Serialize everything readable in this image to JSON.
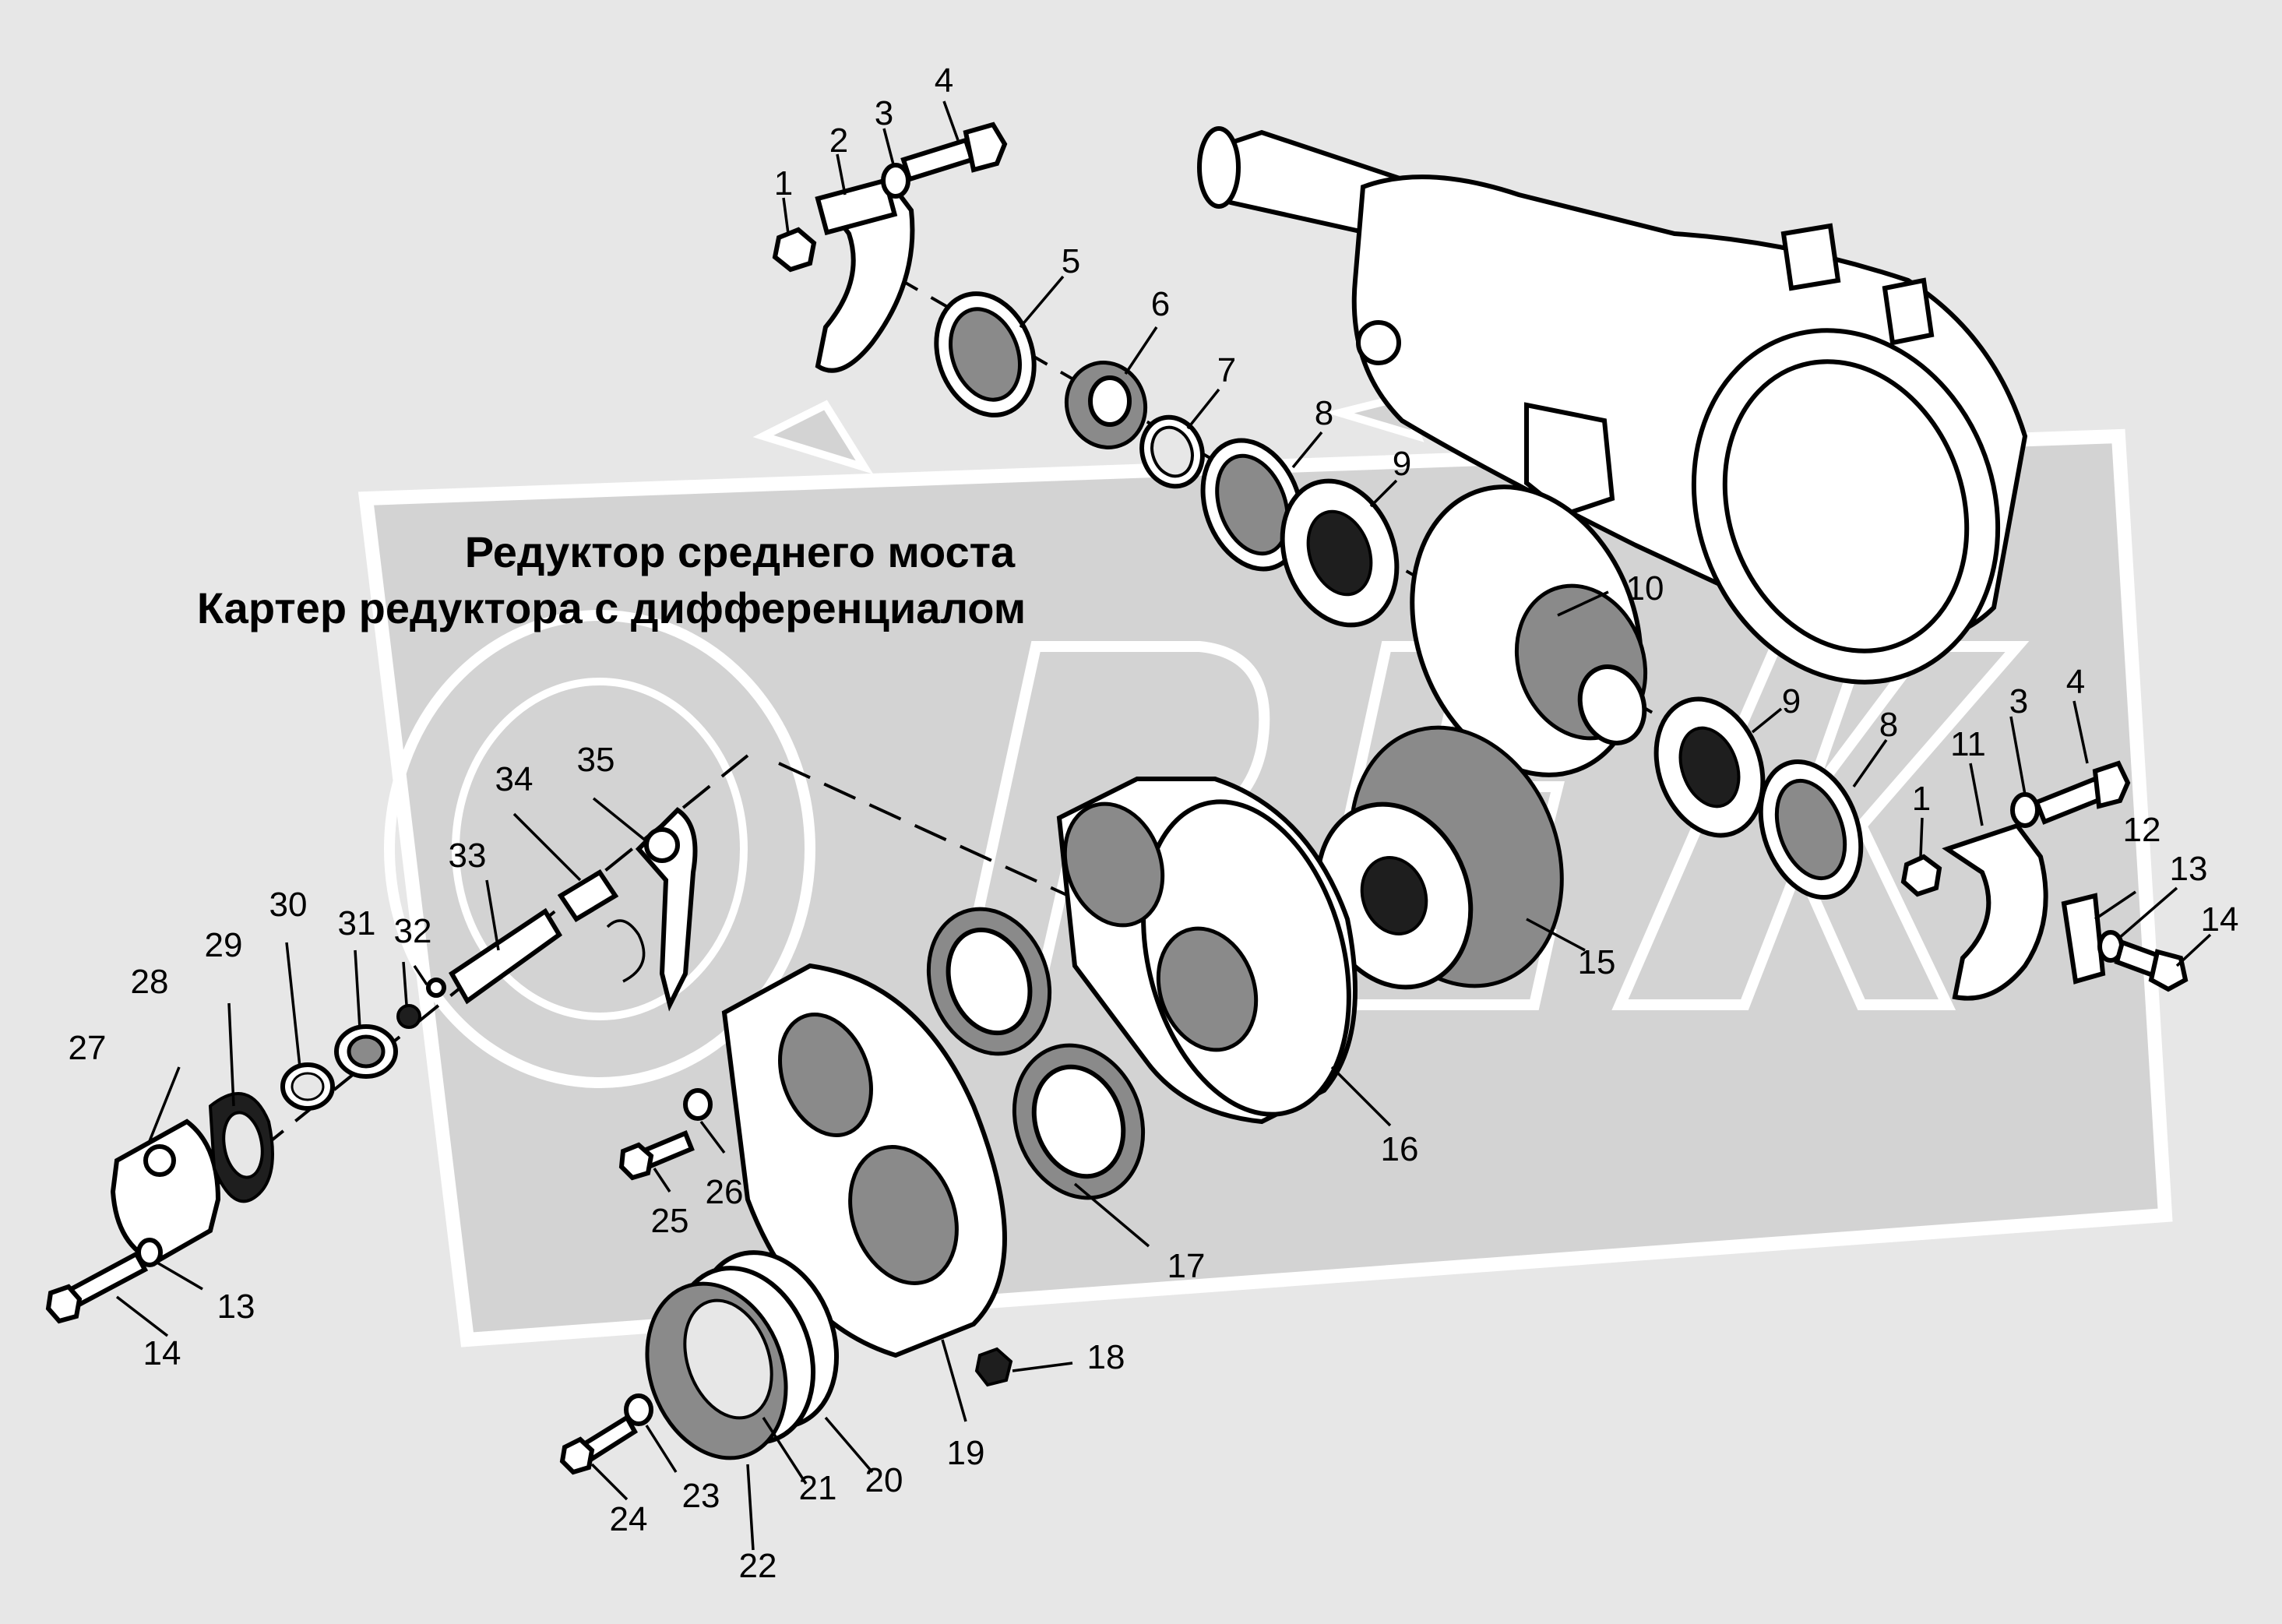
{
  "title": {
    "line1": "Редуктор среднего моста",
    "line2": "Картер редуктора с дифференциалом"
  },
  "colors": {
    "background": "#e7e7e7",
    "watermark": "#d3d3d3",
    "ink": "#000000"
  },
  "callouts": {
    "c1a": "1",
    "c2": "2",
    "c3a": "3",
    "c4a": "4",
    "c5": "5",
    "c6": "6",
    "c7": "7",
    "c8a": "8",
    "c9a": "9",
    "c10": "10",
    "c9b": "9",
    "c8b": "8",
    "c4b": "4",
    "c3b": "3",
    "c11": "11",
    "c1b": "1",
    "c12": "12",
    "c13a": "13",
    "c14a": "14",
    "c15": "15",
    "c16": "16",
    "c17": "17",
    "c18": "18",
    "c19": "19",
    "c20": "20",
    "c21": "21",
    "c22": "22",
    "c23": "23",
    "c24": "24",
    "c25": "25",
    "c26": "26",
    "c27": "27",
    "c28": "28",
    "c29": "29",
    "c30": "30",
    "c31": "31",
    "c32": "32",
    "c33": "33",
    "c34": "34",
    "c35": "35",
    "c13b": "13",
    "c14b": "14"
  }
}
